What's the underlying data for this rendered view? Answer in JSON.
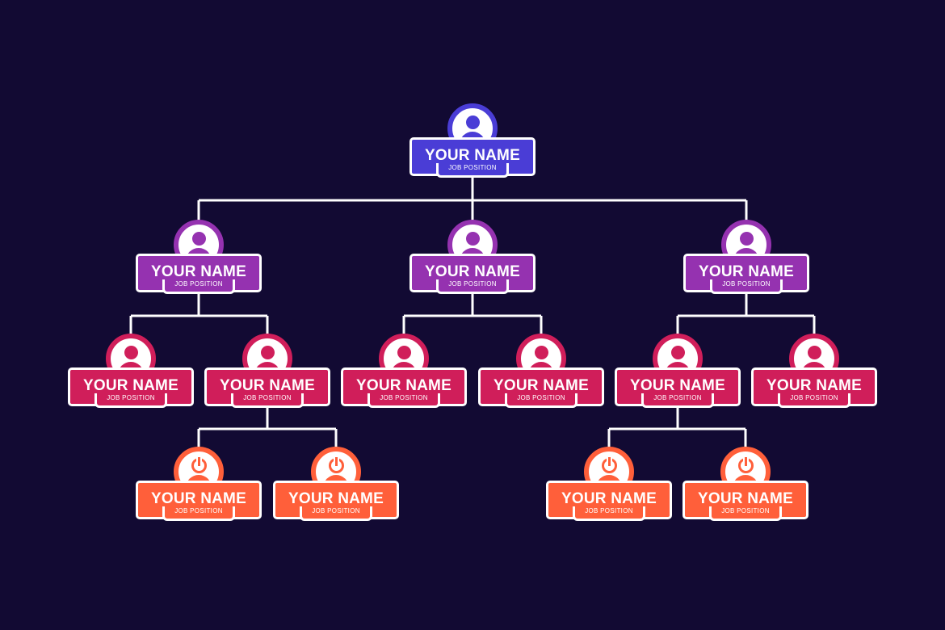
{
  "org_chart": {
    "nodes": [
      {
        "id": "ceo",
        "level": 1,
        "name": "YOUR NAME",
        "position": "JOB POSITION"
      },
      {
        "id": "m1",
        "level": 2,
        "name": "YOUR NAME",
        "position": "JOB POSITION"
      },
      {
        "id": "m2",
        "level": 2,
        "name": "YOUR NAME",
        "position": "JOB POSITION"
      },
      {
        "id": "m3",
        "level": 2,
        "name": "YOUR NAME",
        "position": "JOB POSITION"
      },
      {
        "id": "s1",
        "level": 3,
        "name": "YOUR NAME",
        "position": "JOB POSITION"
      },
      {
        "id": "s2",
        "level": 3,
        "name": "YOUR NAME",
        "position": "JOB POSITION"
      },
      {
        "id": "s3",
        "level": 3,
        "name": "YOUR NAME",
        "position": "JOB POSITION"
      },
      {
        "id": "s4",
        "level": 3,
        "name": "YOUR NAME",
        "position": "JOB POSITION"
      },
      {
        "id": "s5",
        "level": 3,
        "name": "YOUR NAME",
        "position": "JOB POSITION"
      },
      {
        "id": "s6",
        "level": 3,
        "name": "YOUR NAME",
        "position": "JOB POSITION"
      },
      {
        "id": "t1",
        "level": 4,
        "name": "YOUR NAME",
        "position": "JOB POSITION"
      },
      {
        "id": "t2",
        "level": 4,
        "name": "YOUR NAME",
        "position": "JOB POSITION"
      },
      {
        "id": "t3",
        "level": 4,
        "name": "YOUR NAME",
        "position": "JOB POSITION"
      },
      {
        "id": "t4",
        "level": 4,
        "name": "YOUR NAME",
        "position": "JOB POSITION"
      }
    ],
    "edges": [
      [
        "ceo",
        "m1"
      ],
      [
        "ceo",
        "m2"
      ],
      [
        "ceo",
        "m3"
      ],
      [
        "m1",
        "s1"
      ],
      [
        "m1",
        "s2"
      ],
      [
        "m2",
        "s3"
      ],
      [
        "m2",
        "s4"
      ],
      [
        "m3",
        "s5"
      ],
      [
        "m3",
        "s6"
      ],
      [
        "s2",
        "t1"
      ],
      [
        "s2",
        "t2"
      ],
      [
        "s5",
        "t3"
      ],
      [
        "s5",
        "t4"
      ]
    ]
  },
  "colors": {
    "background": "#120a33",
    "level1": "#4a3dd6",
    "level2": "#9532b0",
    "level3": "#d01e5a",
    "level4": "#ff5f3a",
    "lines": "#ffffff"
  },
  "icons": {
    "levels_1_3": "person-avatar-icon",
    "level_4": "power-person-avatar-icon"
  }
}
